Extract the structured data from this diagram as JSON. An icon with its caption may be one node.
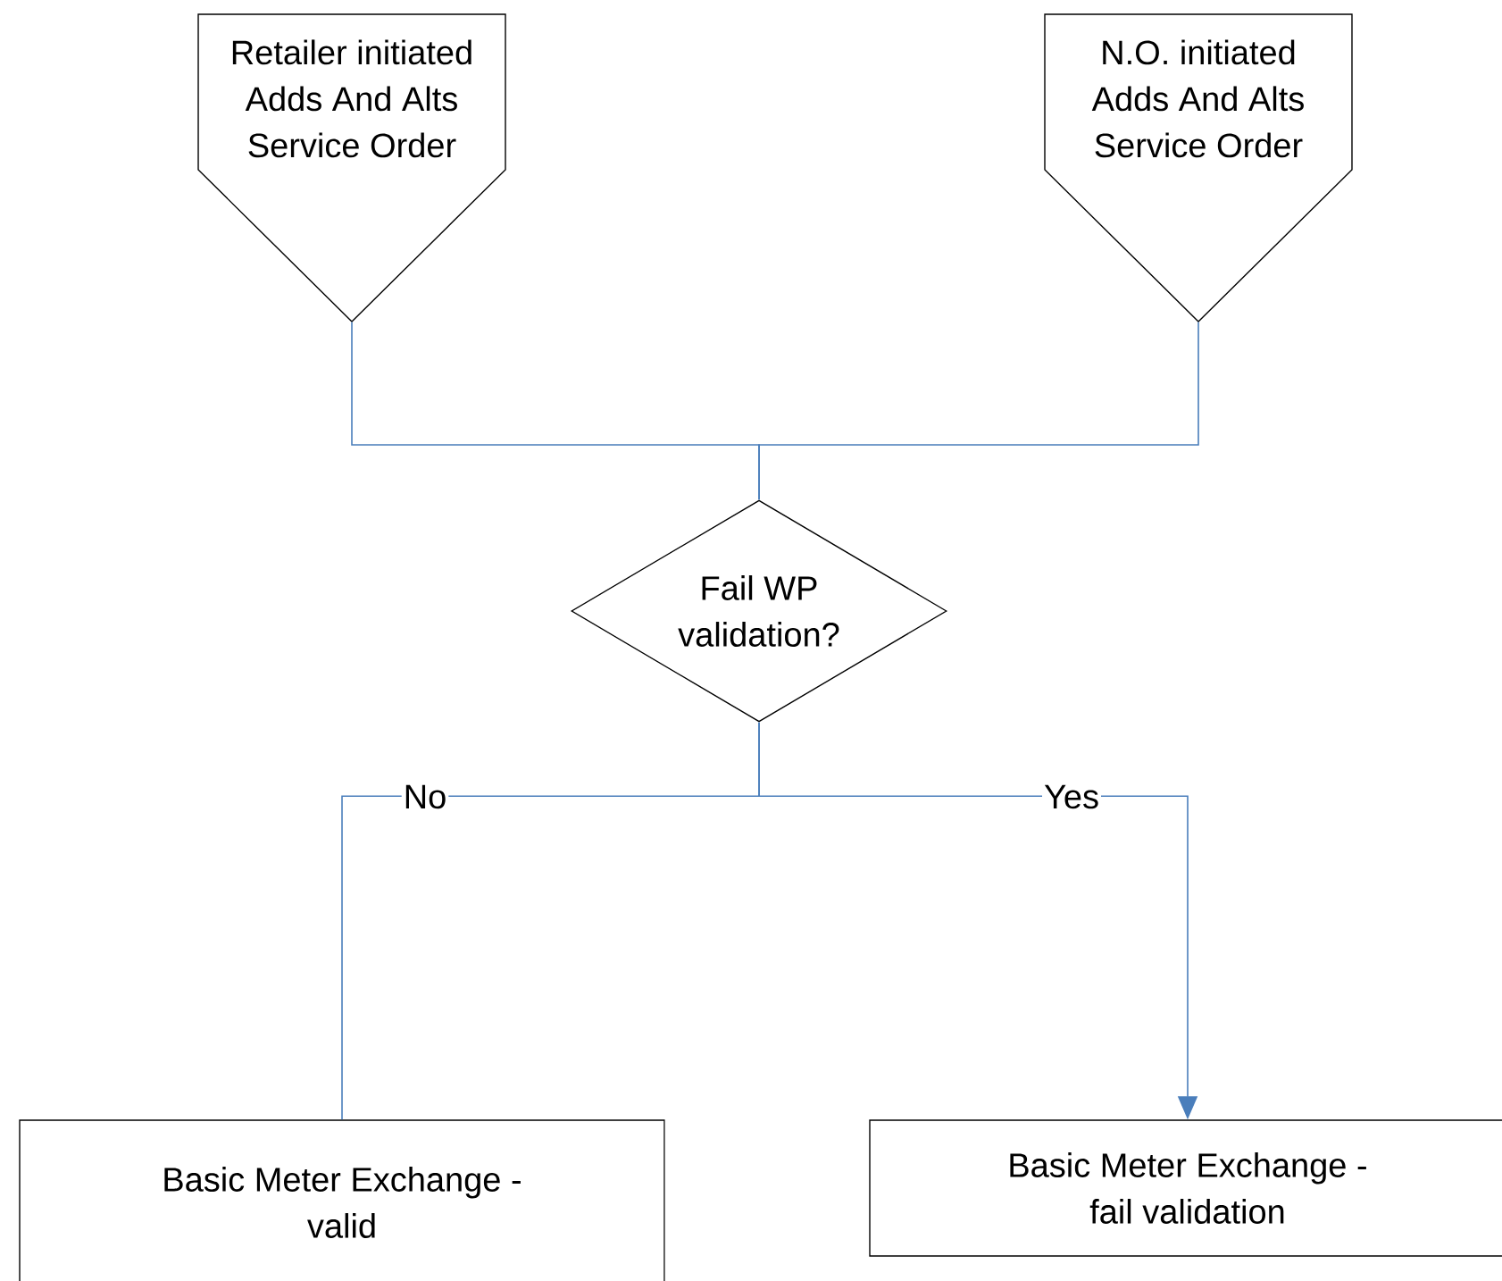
{
  "diagram": {
    "nodes": [
      {
        "text": [
          "Retailer initiated Adds And Alts Service Order"
        ]
      },
      {
        "text": [
          "N.O. initiated Adds And Alts Service Order"
        ]
      },
      {
        "text": [
          "Fail WP validation?"
        ]
      },
      {
        "text": [
          "Basic Meter Exchange - valid"
        ]
      },
      {
        "text": [
          "Basic Meter Exchange - fail validation"
        ]
      }
    ],
    "edges": [
      {
        "from": 0,
        "to": 2,
        "arrow": "none"
      },
      {
        "from": 1,
        "to": 2,
        "arrow": "none"
      },
      {
        "from": 2,
        "to": 3,
        "arrow": "none",
        "label": "No"
      },
      {
        "from": 2,
        "to": 4,
        "arrow": "to",
        "label": "Yes"
      }
    ]
  }
}
